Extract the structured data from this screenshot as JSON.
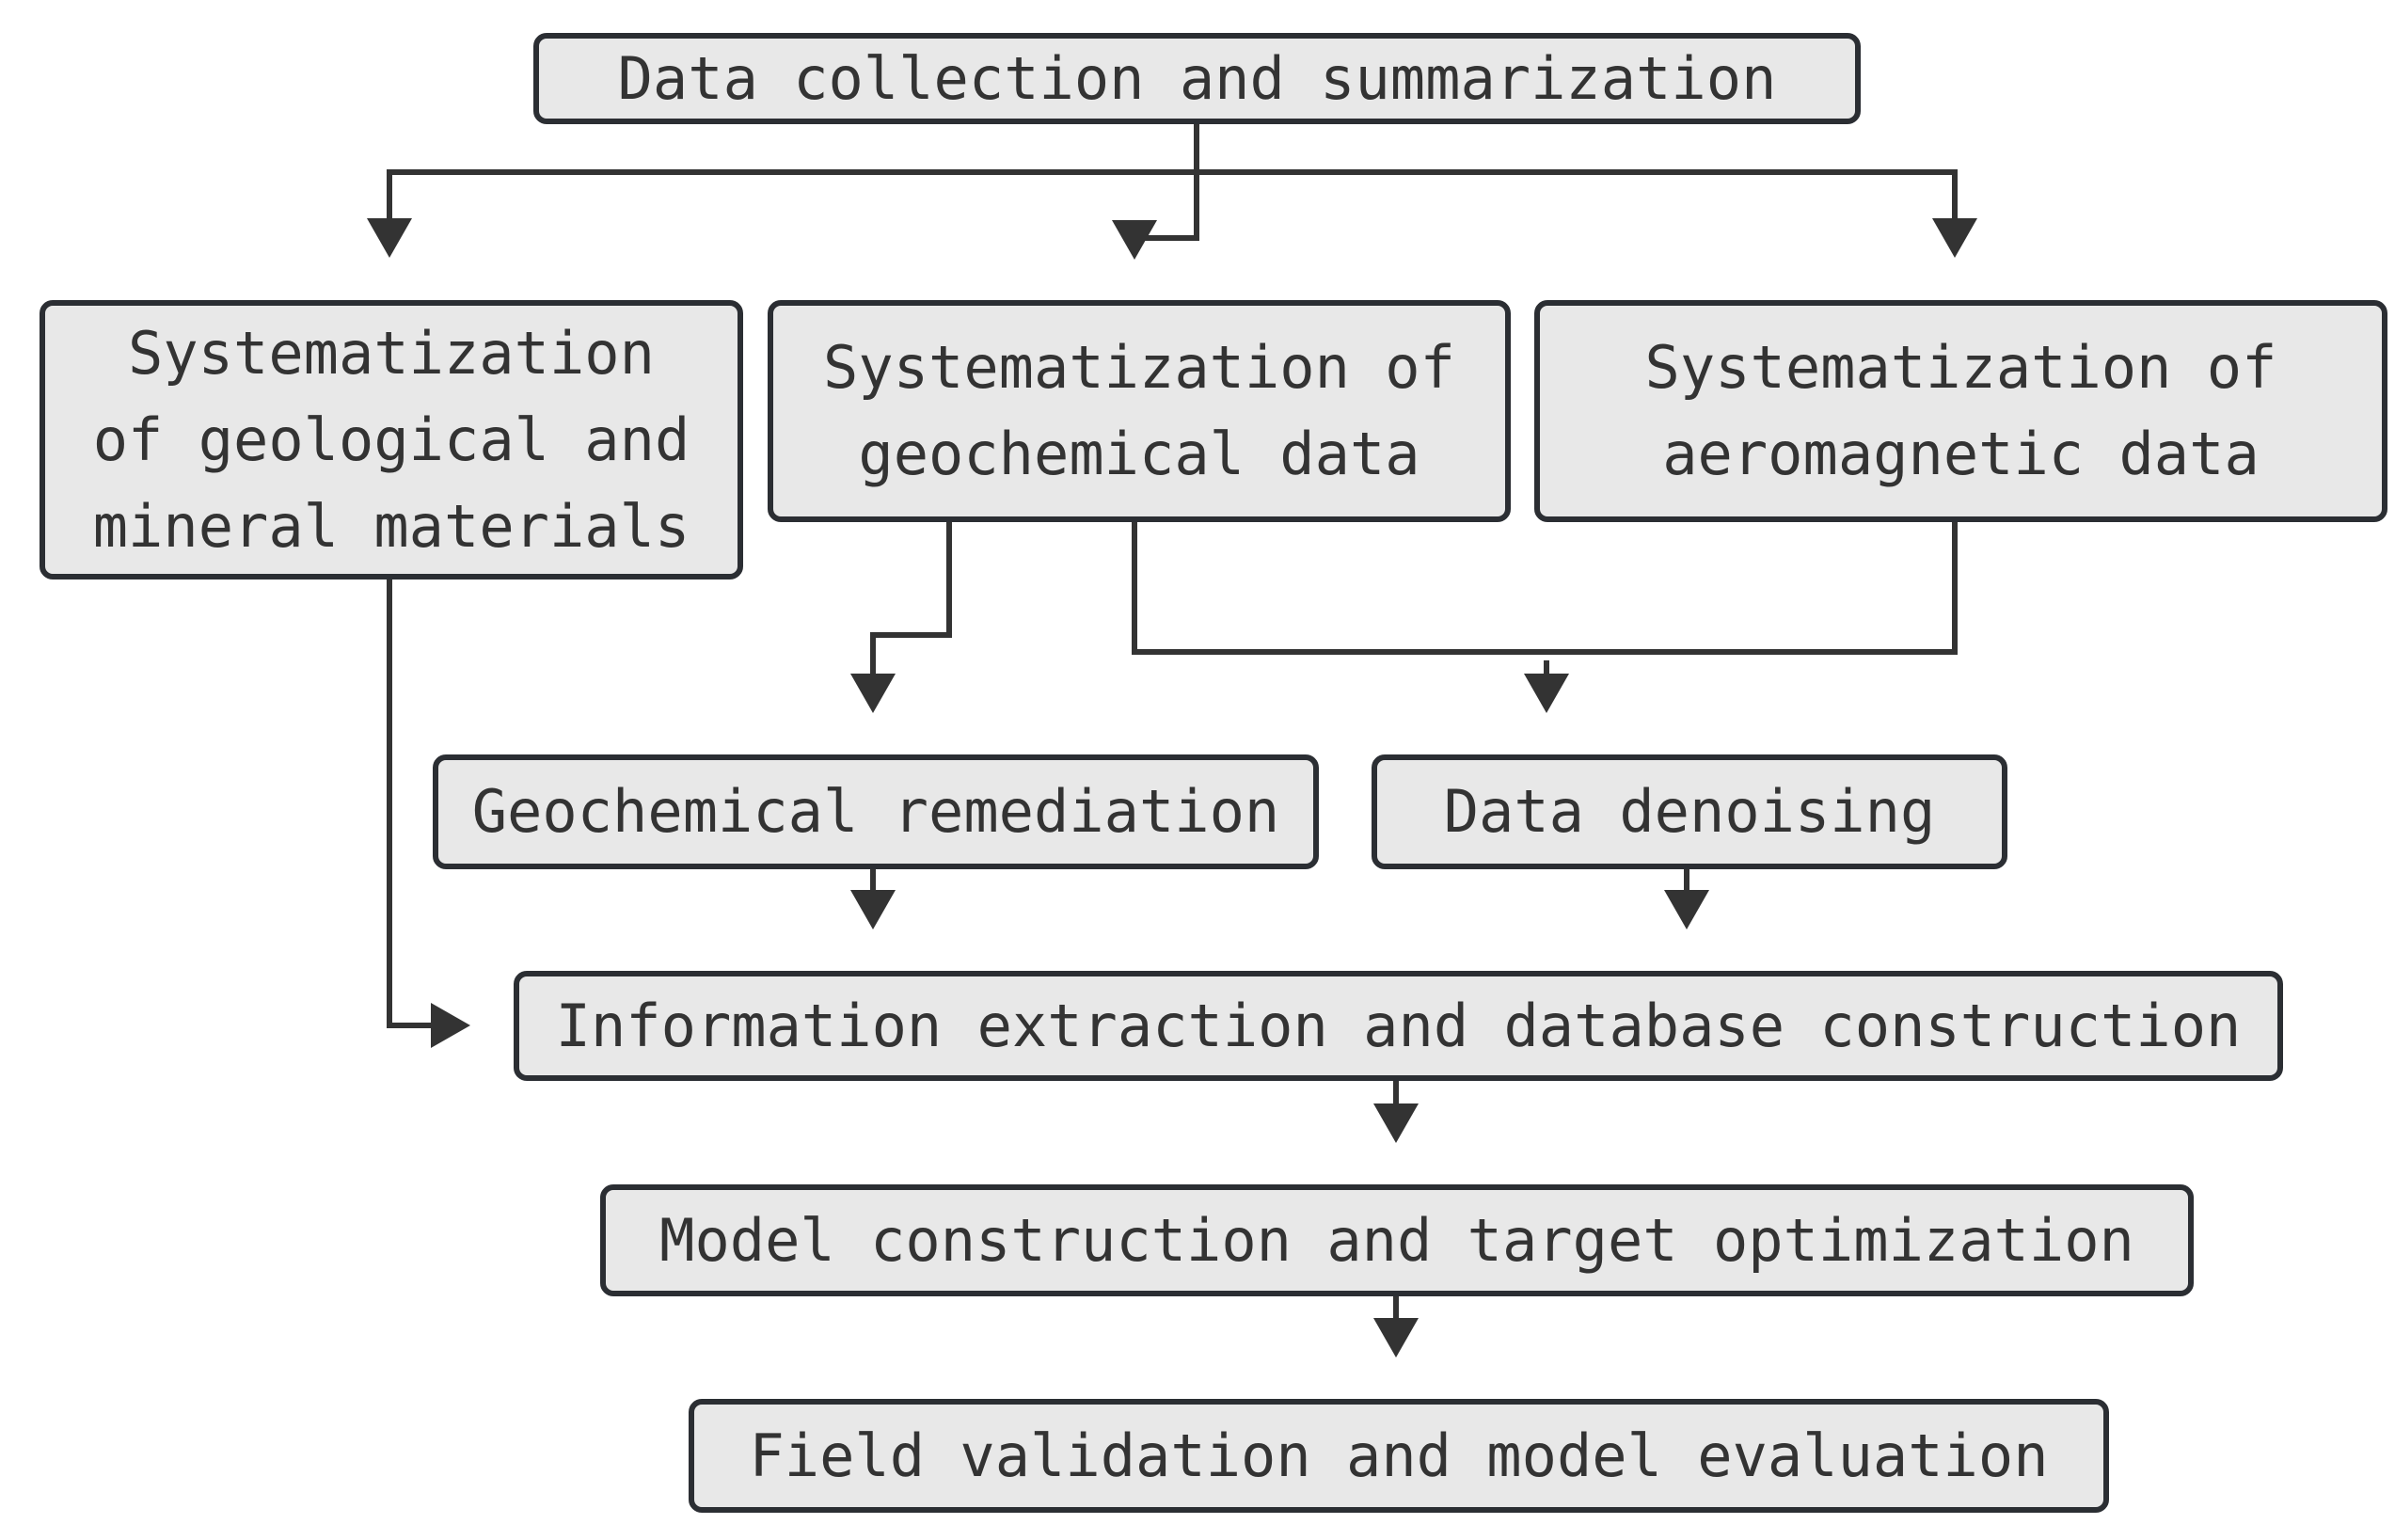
{
  "colors": {
    "box_fill": "#e8e8e8",
    "stroke": "#2b2e33",
    "text": "#333333",
    "background": "#ffffff"
  },
  "nodes": {
    "collect": {
      "label": "Data collection and summarization"
    },
    "geomin": {
      "label": "Systematization\nof geological and\nmineral materials"
    },
    "geochem": {
      "label": "Systematization of\ngeochemical data"
    },
    "aeromag": {
      "label": "Systematization of\naeromagnetic data"
    },
    "remed": {
      "label": "Geochemical remediation"
    },
    "denoise": {
      "label": "Data denoising"
    },
    "extract": {
      "label": "Information extraction and database construction"
    },
    "model": {
      "label": "Model construction and target optimization"
    },
    "field": {
      "label": "Field validation and model evaluation"
    }
  },
  "edges": [
    {
      "from": "collect",
      "to": "geomin"
    },
    {
      "from": "collect",
      "to": "geochem"
    },
    {
      "from": "collect",
      "to": "aeromag"
    },
    {
      "from": "geochem",
      "to": "remed"
    },
    {
      "from": "geochem",
      "to": "denoise"
    },
    {
      "from": "aeromag",
      "to": "denoise"
    },
    {
      "from": "geomin",
      "to": "extract"
    },
    {
      "from": "remed",
      "to": "extract"
    },
    {
      "from": "denoise",
      "to": "extract"
    },
    {
      "from": "extract",
      "to": "model"
    },
    {
      "from": "model",
      "to": "field"
    }
  ]
}
